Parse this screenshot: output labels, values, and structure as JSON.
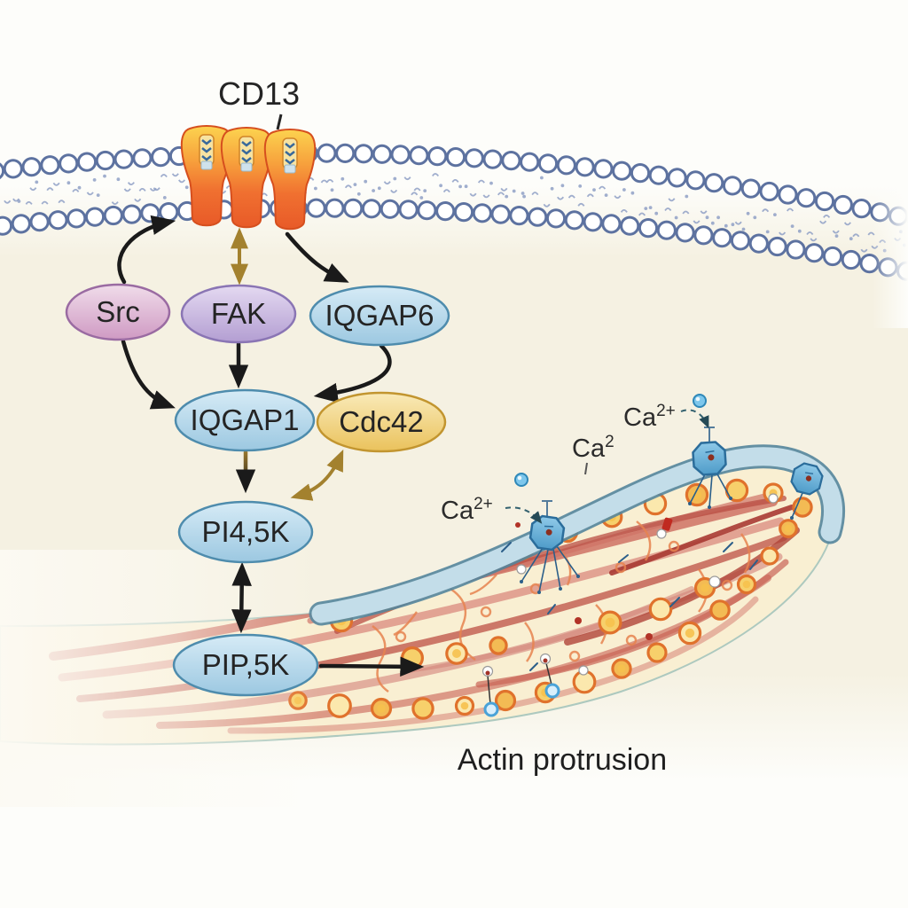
{
  "receptor_label": "CD13",
  "nodes": [
    {
      "id": "src",
      "label": "Src"
    },
    {
      "id": "fak",
      "label": "FAK"
    },
    {
      "id": "iqgap6",
      "label": "IQGAP6"
    },
    {
      "id": "iqgap1",
      "label": "IQGAP1"
    },
    {
      "id": "cdc42",
      "label": "Cdc42"
    },
    {
      "id": "pi45k",
      "label": "PI4,5K"
    },
    {
      "id": "pip5k",
      "label": "PIP,5K"
    }
  ],
  "ca_labels": [
    {
      "base": "Ca",
      "sup": "2+"
    },
    {
      "base": "Ca",
      "sup": "2"
    },
    {
      "base": "Ca",
      "sup": "2+"
    }
  ],
  "caption": "Actin protrusion",
  "colors": {
    "receptor_orange": "#f07030",
    "membrane_blue": "#5d72a0",
    "node_pink": "#d8a8cc",
    "node_purple": "#c3b2dd",
    "node_blue": "#b7d8ec",
    "node_gold": "#f0cd74",
    "arrow_black": "#1a1a1a",
    "arrow_gold": "#a3812e",
    "protrusion_membrane": "#c3dde9",
    "protrusion_fill": "#f9efd2",
    "vesicle_orange": "#e0722c",
    "filament_red": "#c96455",
    "channel_blue": "#5aa7d4",
    "background_cream": "#f5f1e2"
  }
}
